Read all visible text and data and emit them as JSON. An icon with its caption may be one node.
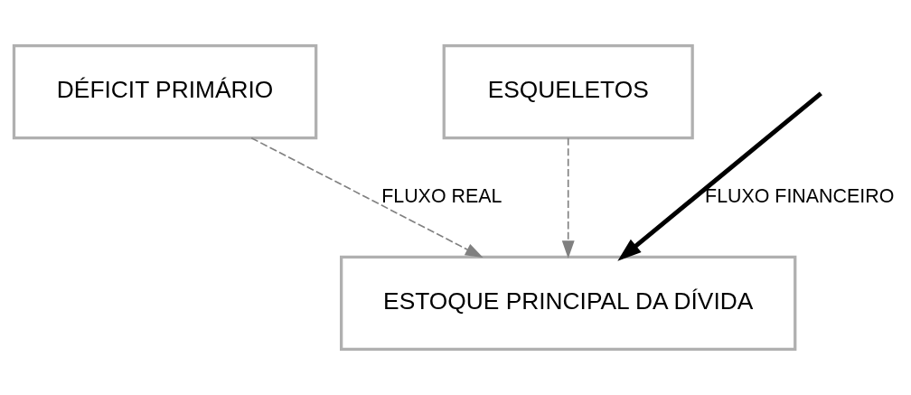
{
  "diagram": {
    "nodes": [
      {
        "text": [
          "DÉFICIT PRIMÁRIO"
        ]
      },
      {
        "text": [
          "ESQUELETOS"
        ]
      },
      {
        "text": [
          "ESTOQUE PRINCIPAL DA DÍVIDA"
        ]
      }
    ],
    "edges": [
      {
        "from": 0,
        "to": 2,
        "arrow": "to",
        "style": "dashed",
        "label": "FLUXO REAL"
      },
      {
        "from": 1,
        "to": 2,
        "arrow": "to",
        "style": "dashed"
      },
      {
        "from": null,
        "to": 2,
        "arrow": "to",
        "style": "thick",
        "color": "#000000",
        "label": "FLUXO FINANCEIRO"
      }
    ]
  }
}
